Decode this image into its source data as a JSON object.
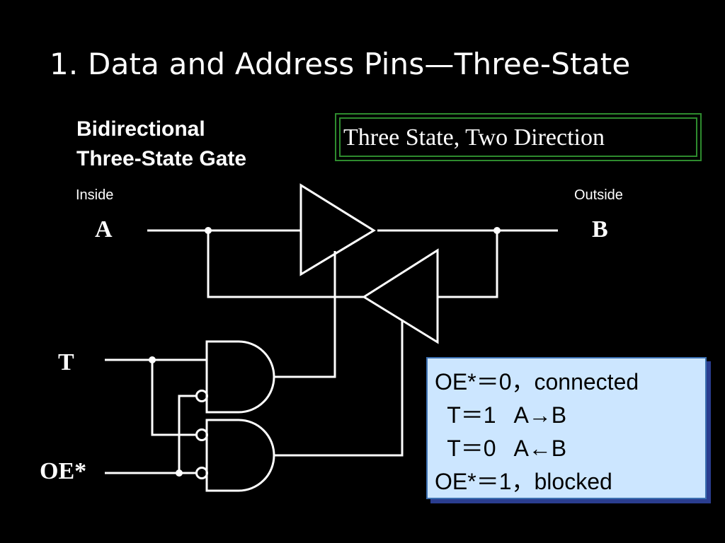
{
  "slide": {
    "title": "1. Data and Address Pins—Three-State",
    "subtitle_line1": "Bidirectional",
    "subtitle_line2": "Three-State Gate",
    "boxed_caption": "Three State, Two Direction"
  },
  "circuit": {
    "inside_label": "Inside",
    "outside_label": "Outside",
    "pin_a": "A",
    "pin_b": "B",
    "input_t": "T",
    "input_oe": "OE*",
    "gates": [
      "tri-state-buffer-a-to-b",
      "tri-state-buffer-b-to-a",
      "and-gate-upper",
      "and-gate-lower"
    ]
  },
  "truth_table": {
    "line1": "OE*＝0，connected",
    "line2": "  T＝1   A→B",
    "line3": "  T＝0   A←B",
    "line4": "OE*＝1，blocked"
  },
  "colors": {
    "background": "#000000",
    "foreground": "#ffffff",
    "caption_border": "#2e8b2e",
    "truth_box_fill": "#cce6ff",
    "truth_box_shadow": "#2a3d8f"
  }
}
